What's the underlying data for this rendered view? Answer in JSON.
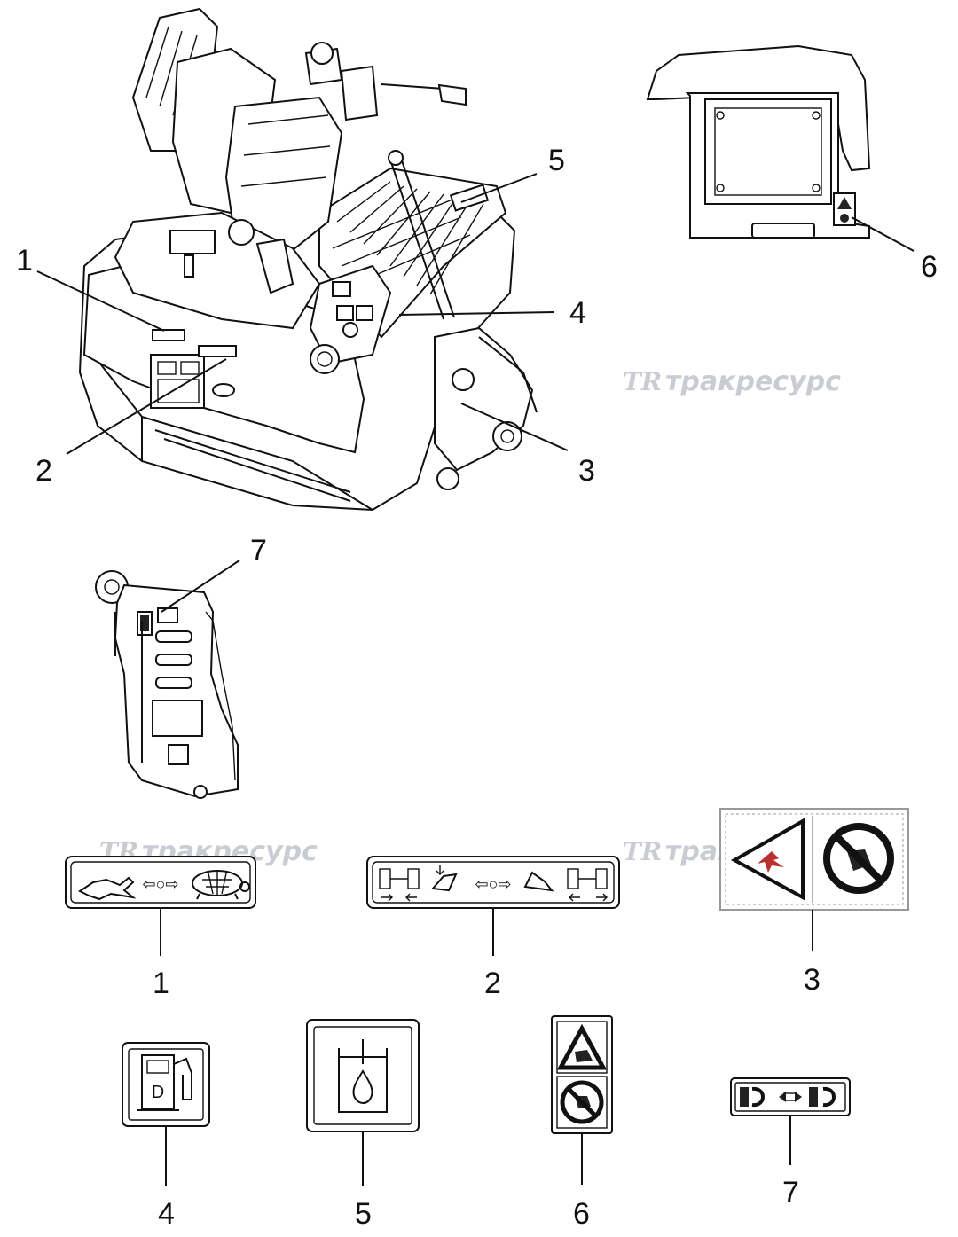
{
  "watermark": {
    "logo": "TR",
    "text": "тракресурс"
  },
  "callouts": {
    "c1": "1",
    "c2": "2",
    "c3": "3",
    "c4": "4",
    "c5": "5",
    "c6": "6",
    "c7": "7"
  },
  "labels": {
    "l1": "1",
    "l2": "2",
    "l3": "3",
    "l4": "4",
    "l5": "5",
    "l6": "6",
    "l7": "7"
  },
  "decals": {
    "speed_arrows": "⇦○⇨",
    "tracks_arrows": "⇦○⇨",
    "fuel_letter": "D"
  }
}
